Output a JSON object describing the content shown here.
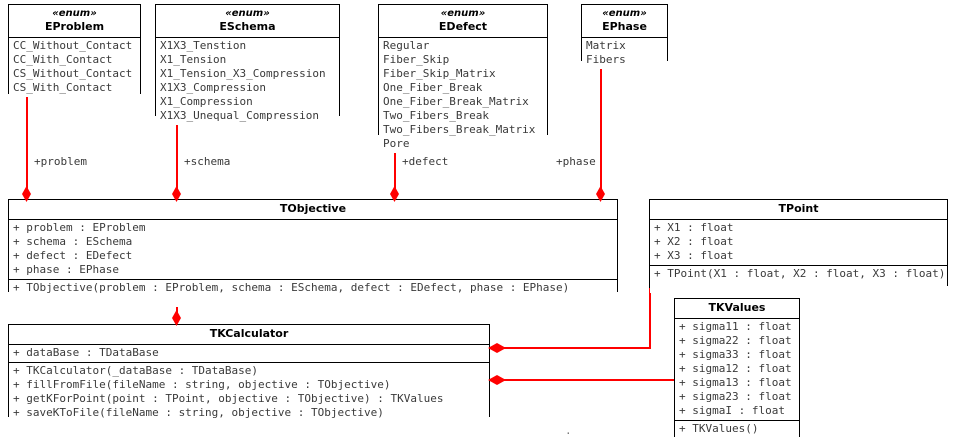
{
  "diagram": {
    "title": "UML class diagram",
    "colors": {
      "association": "#ff0000",
      "border": "#000000",
      "text": "#3a3a3a",
      "background": "#ffffff"
    }
  },
  "classes": {
    "eproblem": {
      "stereotype": "«enum»",
      "name": "EProblem",
      "literals": [
        "CC_Without_Contact",
        "CC_With_Contact",
        "CS_Without_Contact",
        "CS_With_Contact"
      ]
    },
    "eschema": {
      "stereotype": "«enum»",
      "name": "ESchema",
      "literals": [
        "X1X3_Tenstion",
        "X1_Tension",
        "X1_Tension_X3_Compression",
        "X1X3_Compression",
        "X1_Compression",
        "X1X3_Unequal_Compression"
      ]
    },
    "edefect": {
      "stereotype": "«enum»",
      "name": "EDefect",
      "literals": [
        "Regular",
        "Fiber_Skip",
        "Fiber_Skip_Matrix",
        "One_Fiber_Break",
        "One_Fiber_Break_Matrix",
        "Two_Fibers_Break",
        "Two_Fibers_Break_Matrix",
        "Pore"
      ]
    },
    "ephase": {
      "stereotype": "«enum»",
      "name": "EPhase",
      "literals": [
        "Matrix",
        "Fibers"
      ]
    },
    "tobjective": {
      "name": "TObjective",
      "attributes": [
        "+ problem : EProblem",
        "+ schema : ESchema",
        "+ defect : EDefect",
        "+ phase : EPhase"
      ],
      "operations": [
        "+ TObjective(problem : EProblem, schema : ESchema, defect : EDefect, phase : EPhase)"
      ]
    },
    "tkcalculator": {
      "name": "TKCalculator",
      "attributes": [
        "+ dataBase : TDataBase"
      ],
      "operations": [
        "+ TKCalculator(_dataBase : TDataBase)",
        "+ fillFromFile(fileName : string, objective : TObjective)",
        "+ getKForPoint(point : TPoint, objective : TObjective) : TKValues",
        "+ saveKToFile(fileName : string, objective : TObjective)"
      ]
    },
    "tpoint": {
      "name": "TPoint",
      "attributes": [
        "+ X1 : float",
        "+ X2 : float",
        "+ X3 : float"
      ],
      "operations": [
        "+ TPoint(X1 : float, X2 : float, X3 : float)"
      ]
    },
    "tkvalues": {
      "name": "TKValues",
      "attributes": [
        "+ sigma11 : float",
        "+ sigma22 : float",
        "+ sigma33 : float",
        "+ sigma12 : float",
        "+ sigma13 : float",
        "+ sigma23 : float",
        "+ sigmaI : float"
      ],
      "operations": [
        "+ TKValues()"
      ]
    }
  },
  "edge_labels": {
    "problem": "+problem",
    "schema": "+schema",
    "defect": "+defect",
    "phase": "+phase"
  },
  "marks": {
    "bottom_dot": "."
  }
}
